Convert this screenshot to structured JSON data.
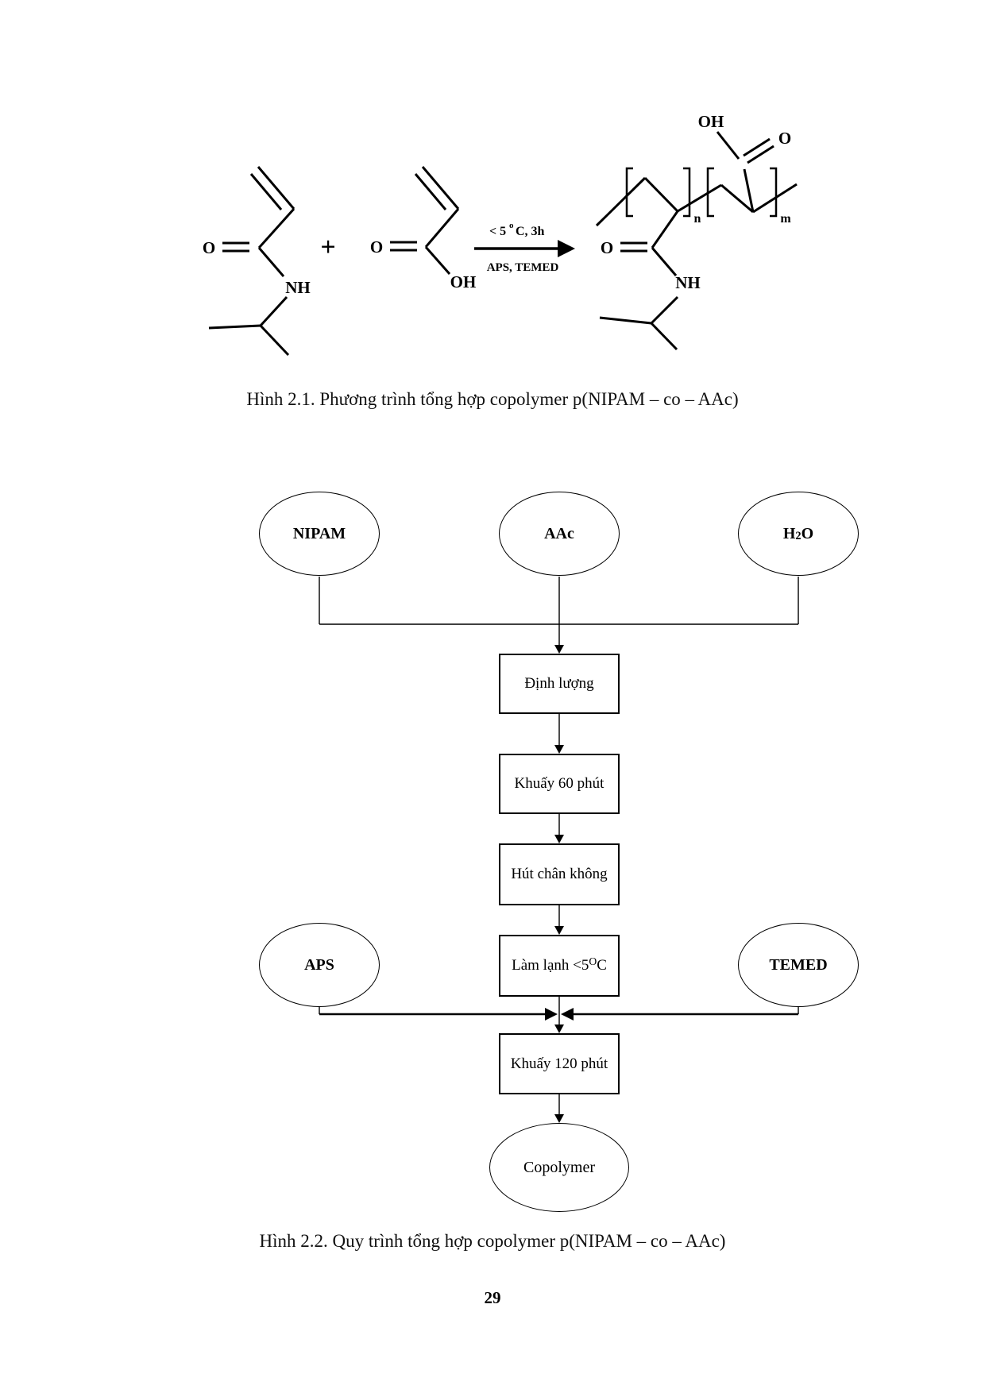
{
  "figure1": {
    "caption": "Hình 2.1. Phương trình tổng hợp copolymer p(NIPAM – co – AAc)",
    "reaction": {
      "nipam_labels": {
        "o": "O",
        "nh": "NH"
      },
      "plus": "+",
      "aac_labels": {
        "o": "O",
        "oh": "OH"
      },
      "conditions_above": {
        "pre": "< 5",
        "sup": "o",
        "post": "C, 3h"
      },
      "conditions_below": "APS, TEMED",
      "product_labels": {
        "oh": "OH",
        "o_acid": "O",
        "o_amide": "O",
        "nh": "NH",
        "n": "n",
        "m": "m"
      }
    }
  },
  "figure2": {
    "caption": "Hình 2.2. Quy trình tổng hợp copolymer p(NIPAM – co – AAc)",
    "flowchart": {
      "inputs": [
        {
          "pre": "NIPAM",
          "sub": "",
          "post": ""
        },
        {
          "pre": "AAc",
          "sub": "",
          "post": ""
        },
        {
          "pre": "H",
          "sub": "2",
          "post": "O"
        }
      ],
      "steps": [
        {
          "pre": "Định lượng",
          "sup": "",
          "post": ""
        },
        {
          "pre": "Khuấy 60 phút",
          "sup": "",
          "post": ""
        },
        {
          "pre": "Hút chân không",
          "sup": "",
          "post": ""
        },
        {
          "pre": "Làm lạnh <5",
          "sup": "O",
          "post": "C"
        },
        {
          "pre": "Khuấy 120 phút",
          "sup": "",
          "post": ""
        }
      ],
      "catalyst_left": "APS",
      "catalyst_right": "TEMED",
      "output": "Copolymer"
    }
  },
  "page_number": "29"
}
